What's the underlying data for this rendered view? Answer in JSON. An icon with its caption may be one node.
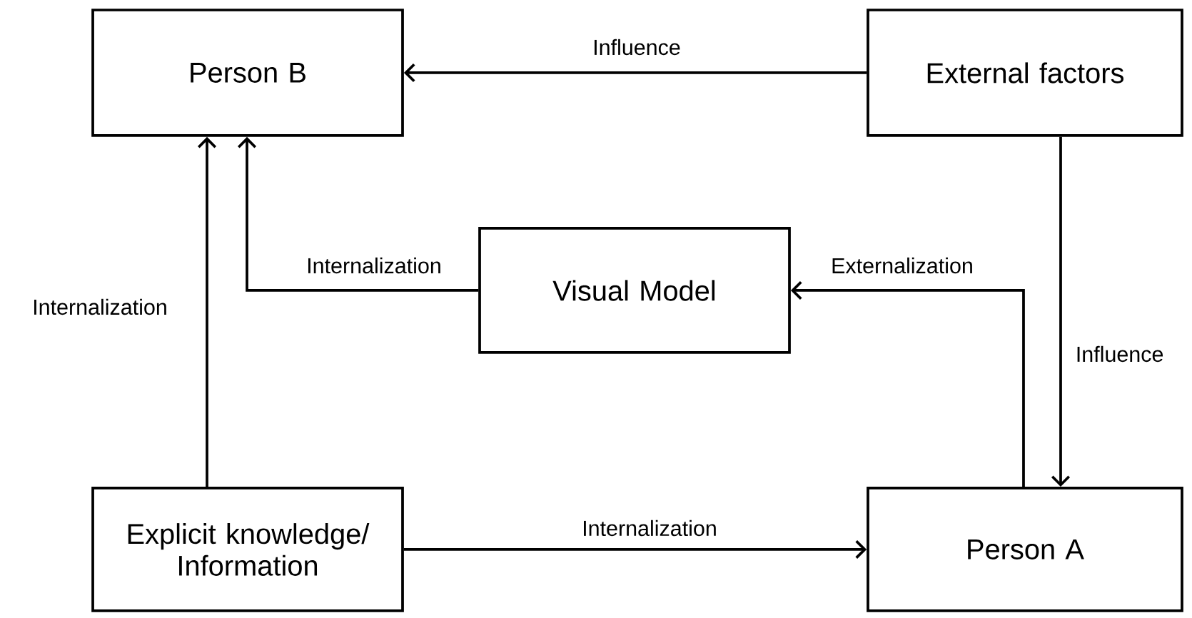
{
  "diagram": {
    "nodes": [
      {
        "text": [
          "Person B"
        ]
      },
      {
        "text": [
          "External factors"
        ]
      },
      {
        "text": [
          "Visual Model"
        ]
      },
      {
        "text": [
          "Explicit knowledge/ Information"
        ]
      },
      {
        "text": [
          "Person A"
        ]
      }
    ],
    "edges": [
      {
        "from": 1,
        "to": 0,
        "arrow": "to",
        "label": "Influence"
      },
      {
        "from": 1,
        "to": 4,
        "arrow": "to",
        "label": "Influence"
      },
      {
        "from": 4,
        "to": 2,
        "arrow": "to",
        "label": "Externalization"
      },
      {
        "from": 2,
        "to": 0,
        "arrow": "to",
        "label": "Internalization"
      },
      {
        "from": 3,
        "to": 0,
        "arrow": "to",
        "label": "Internalization"
      },
      {
        "from": 3,
        "to": 4,
        "arrow": "to",
        "label": "Internalization"
      }
    ]
  }
}
